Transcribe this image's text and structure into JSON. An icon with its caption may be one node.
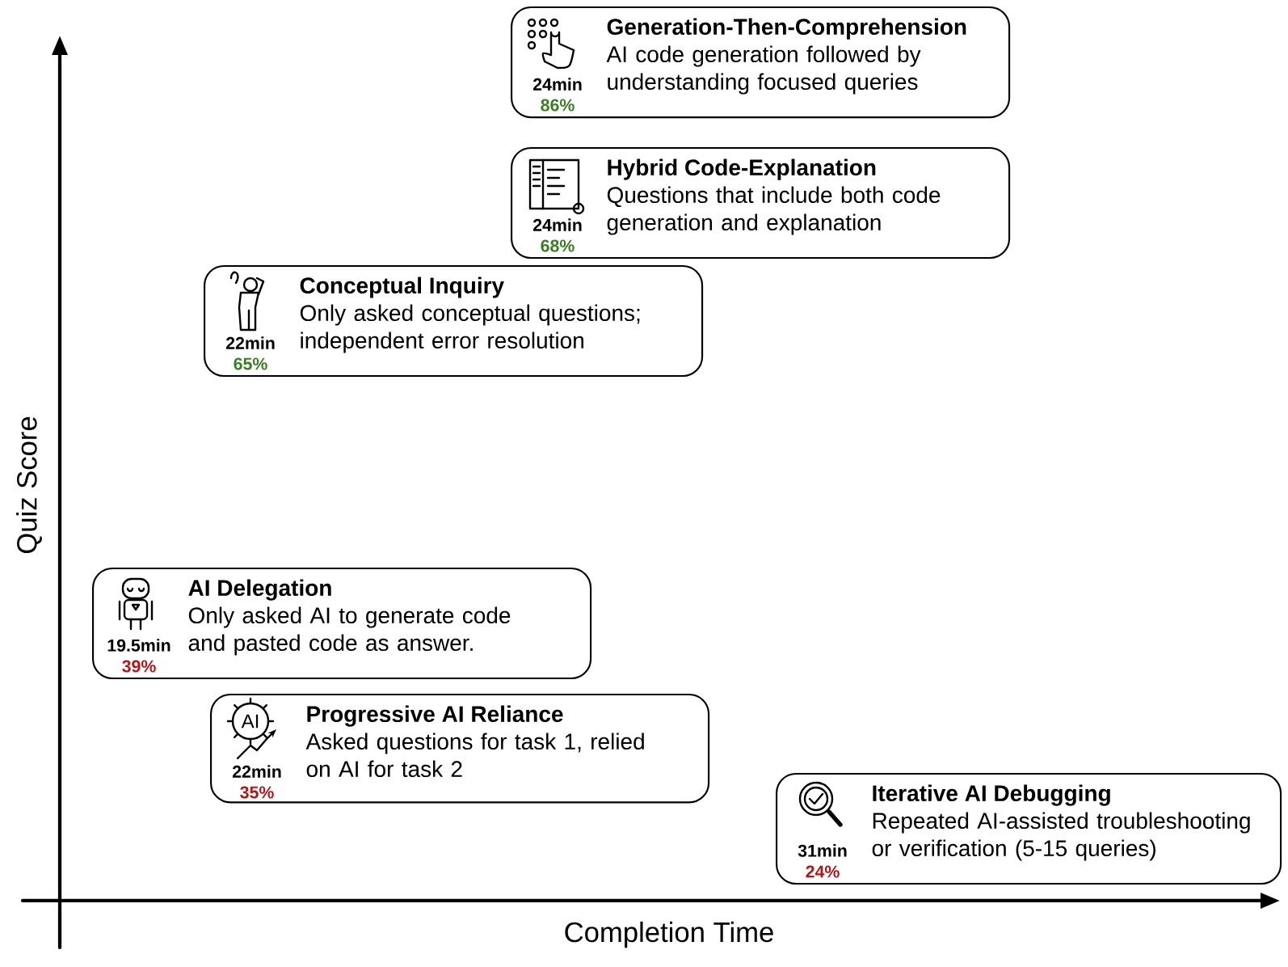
{
  "diagram": {
    "nodes": [
      {
        "text": [
          "24min",
          "86%",
          "Generation-Then-Comprehension",
          "AI code generation followed by understanding focused queries"
        ]
      },
      {
        "text": [
          "24min",
          "68%",
          "Hybrid Code-Explanation",
          "Questions that include both code generation and explanation"
        ]
      },
      {
        "text": [
          "22min",
          "65%",
          "Conceptual Inquiry",
          "Only asked conceptual questions; independent error resolution"
        ]
      },
      {
        "text": [
          "19.5min",
          "39%",
          "AI Delegation",
          "Only asked AI to generate code and pasted code as answer."
        ]
      },
      {
        "text": [
          "22min",
          "35%",
          "Progressive AI Reliance",
          "Asked questions for task 1, relied on AI for task 2"
        ]
      },
      {
        "text": [
          "31min",
          "24%",
          "Iterative AI Debugging",
          "Repeated AI-assisted troubleshooting or verification (5-15 queries)"
        ]
      }
    ],
    "labels": [
      "Quiz Score",
      "Completion Time",
      "AI"
    ]
  }
}
